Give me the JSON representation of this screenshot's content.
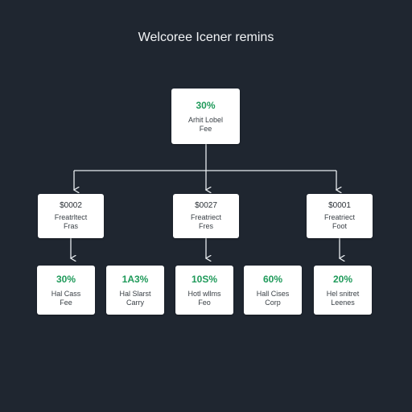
{
  "title": "Welcoree Icener remins",
  "colors": {
    "background": "#1f2630",
    "accent_green": "#1f9a5a",
    "connector": "#e8ecef"
  },
  "root": {
    "percent": "30%",
    "label_line1": "Arhit Lobel",
    "label_line2": "Fee"
  },
  "middle": [
    {
      "number": "$0002",
      "label_line1": "Freatrltect",
      "label_line2": "Fras"
    },
    {
      "number": "$0027",
      "label_line1": "Freatriect",
      "label_line2": "Fres"
    },
    {
      "number": "$0001",
      "label_line1": "Freatriect",
      "label_line2": "Foot"
    }
  ],
  "leaves": [
    {
      "percent": "30%",
      "label_line1": "Hal Cass",
      "label_line2": "Fee"
    },
    {
      "percent": "1A3%",
      "label_line1": "Hal Slarst",
      "label_line2": "Carry"
    },
    {
      "percent": "10S%",
      "label_line1": "Hotl wllms",
      "label_line2": "Feo"
    },
    {
      "percent": "60%",
      "label_line1": "Hall Cises",
      "label_line2": "Corp"
    },
    {
      "percent": "20%",
      "label_line1": "Hel snitret",
      "label_line2": "Leenes"
    }
  ]
}
